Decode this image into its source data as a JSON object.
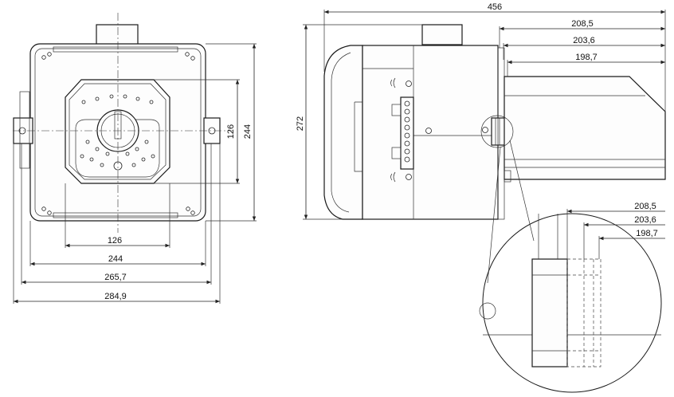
{
  "front_view": {
    "dim_inner_width": "126",
    "dim_bracket_width": "244",
    "dim_body_width": "265,7",
    "dim_overall_width": "284,9",
    "dim_inner_height": "126",
    "dim_height": "244"
  },
  "side_view": {
    "dim_total_length": "456",
    "dim_flange_1": "208,5",
    "dim_flange_2": "203,6",
    "dim_flange_3": "198,7",
    "dim_height": "272"
  },
  "detail_view": {
    "dim_flange_1": "208,5",
    "dim_flange_2": "203,6",
    "dim_flange_3": "198,7"
  }
}
